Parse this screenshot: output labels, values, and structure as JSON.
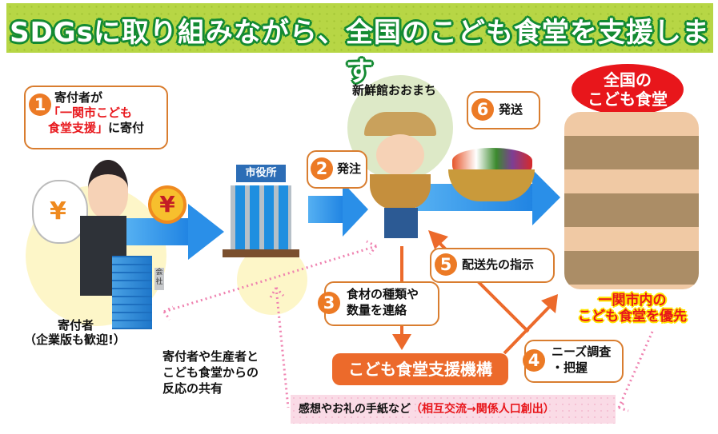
{
  "banner": {
    "title": "SDGsに取り組みながら、全国のこども食堂を支援します",
    "bg_color": "#b7d645",
    "outline_color": "#138a32"
  },
  "steps": [
    {
      "number": "1",
      "lines": [
        "寄付者が"
      ],
      "highlight_lines": [
        "「一関市こども",
        "食堂支援」"
      ],
      "tail": "に寄付"
    },
    {
      "number": "2",
      "text": "発注"
    },
    {
      "number": "3",
      "lines": [
        "食材の種類や",
        "数量を連絡"
      ]
    },
    {
      "number": "4",
      "lines": [
        "ニーズ調査",
        "・把握"
      ]
    },
    {
      "number": "5",
      "text": "配送先の指示"
    },
    {
      "number": "6",
      "text": "発送"
    }
  ],
  "actors": {
    "donor": {
      "label": "寄付者",
      "sublabel": "（企業版も歓迎!）",
      "money_symbol": "¥",
      "company_sign": "会社"
    },
    "city_hall": {
      "sign": "市役所"
    },
    "producer": {
      "label": "新鮮館おおまち"
    },
    "national_kodomo": {
      "label_line1": "全国の",
      "label_line2": "こども食堂"
    },
    "local_kodomo": {
      "line1": "一関市内の",
      "line2": "こども食堂を優先"
    },
    "agency": {
      "label": "こども食堂支援機構"
    }
  },
  "feedback": {
    "shared_text": [
      "寄付者や生産者と",
      "こども食堂からの",
      "反応の共有"
    ],
    "letters_text": "感想やお礼の手紙など",
    "letters_highlight": "（相互交流→関係人口創出）"
  },
  "colors": {
    "orange": "#ec6a2b",
    "blue_arrow": "#2a8fe8",
    "red": "#e8161b",
    "pink_dotted": "#ef82b0"
  }
}
